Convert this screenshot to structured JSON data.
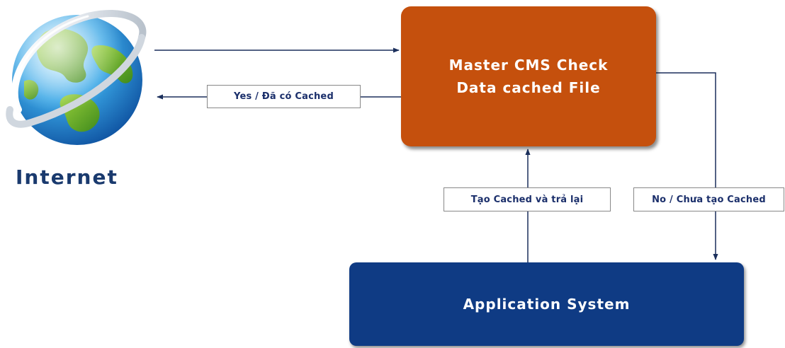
{
  "colors": {
    "cms_box": "#c5500d",
    "app_box": "#0f3b84",
    "arrow": "#1b2f5c",
    "label_text": "#1b2f6b",
    "internet_text": "#1a3a6e"
  },
  "internet": {
    "label": "Internet",
    "icon": "globe-icon"
  },
  "cms": {
    "line1": "Master CMS Check",
    "line2": "Data cached File"
  },
  "app": {
    "label": "Application System"
  },
  "edges": {
    "yes_label": "Yes / Đã có Cached",
    "create_label": "Tạo Cached và trả lại",
    "no_label": "No / Chưa tạo Cached"
  }
}
